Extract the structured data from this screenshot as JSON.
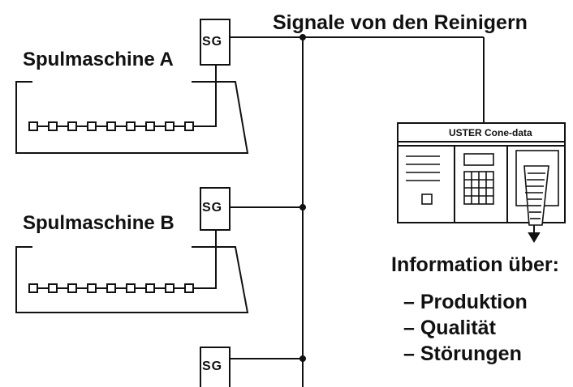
{
  "title": "Signale von den Reinigern",
  "machines": [
    {
      "name": "Spulmaschine A",
      "sg": "SG"
    },
    {
      "name": "Spulmaschine B",
      "sg": "SG"
    },
    {
      "sg": "SG"
    }
  ],
  "device": {
    "title": "USTER Cone-data"
  },
  "info": {
    "heading": "Information über:",
    "items": [
      "– Produktion",
      "– Qualität",
      "– Störungen"
    ]
  }
}
